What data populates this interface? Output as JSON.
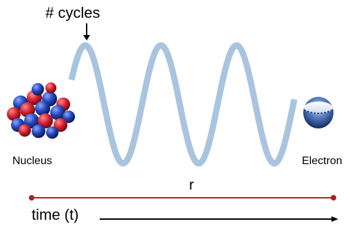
{
  "labels": {
    "cycles": "# cycles",
    "nucleus": "Nucleus",
    "electron": "Electron",
    "r": "r",
    "time": "time (t)"
  },
  "colors": {
    "wave": "#a9c4df",
    "distance_line": "#b01e22",
    "proton": "#d42030",
    "neutron": "#2346b8",
    "electron_body": "#1e4a9a",
    "arrow": "#000000"
  },
  "icons": {
    "nucleus": "nucleus-icon",
    "electron": "electron-icon"
  }
}
